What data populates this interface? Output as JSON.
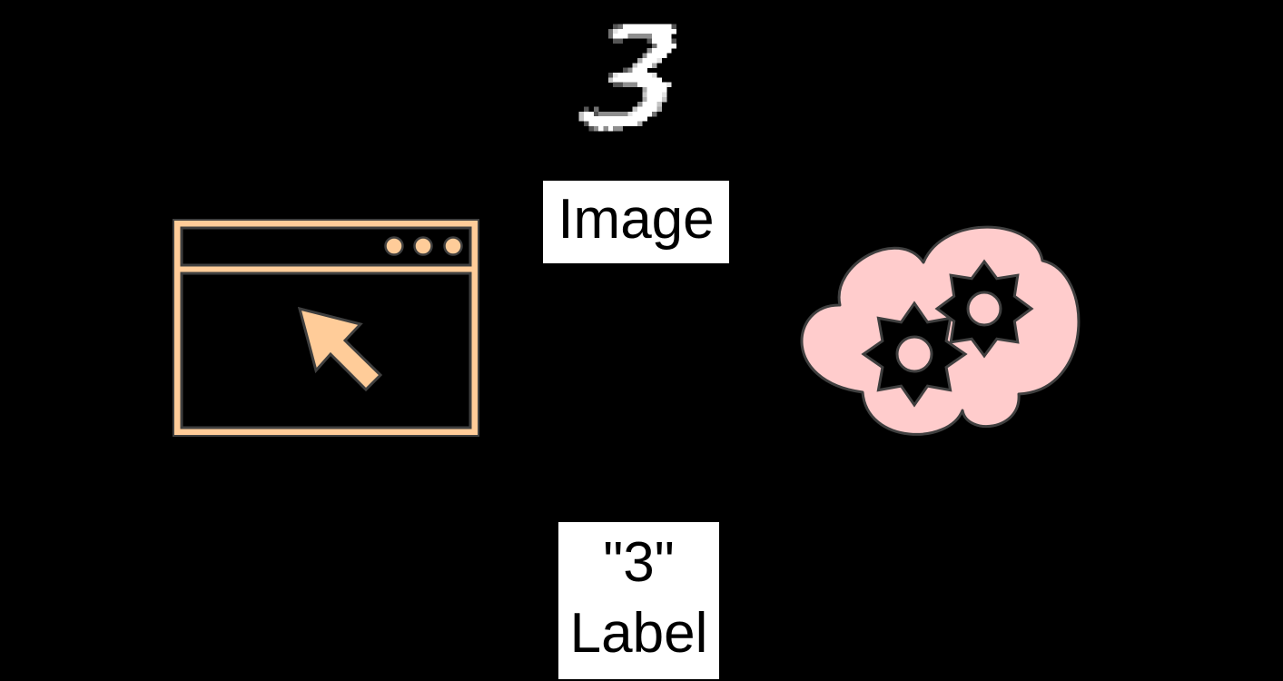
{
  "diagram": {
    "input_image": {
      "description": "handwritten digit",
      "digit": "3",
      "icon": "mnist-digit-image"
    },
    "image_caption": "Image",
    "label_box": {
      "value": "\"3\"",
      "caption": "Label"
    },
    "client_icon": "browser-window-cursor-icon",
    "server_icon": "cloud-gears-icon",
    "colors": {
      "background": "#000000",
      "browser_fill": "#FFCC99",
      "cloud_fill": "#FFCCCC",
      "stroke": "#3F3F3F",
      "label_bg": "#FFFFFF",
      "text": "#000000"
    }
  }
}
